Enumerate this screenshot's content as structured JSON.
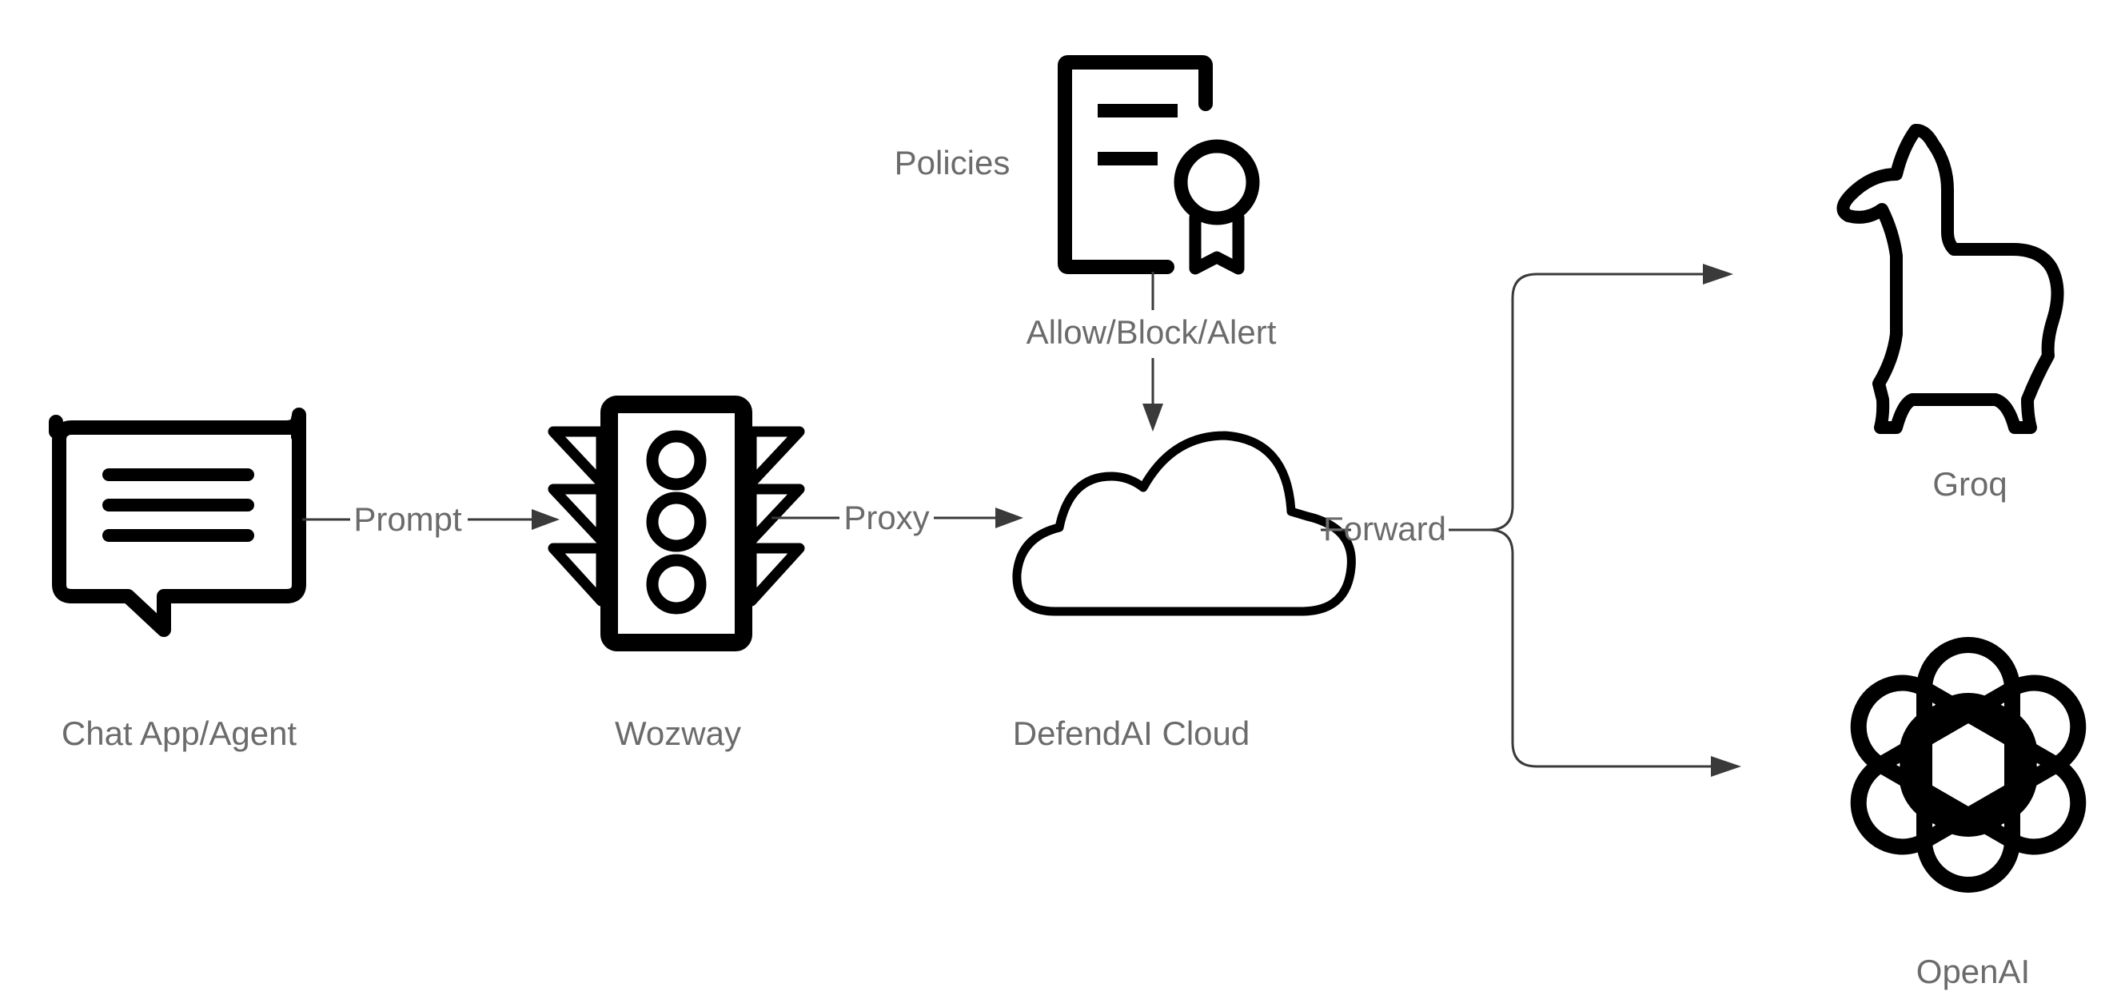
{
  "nodes": {
    "chat_app": {
      "label": "Chat App/Agent",
      "icon": "chat-bubble-icon"
    },
    "wozway": {
      "label": "Wozway",
      "icon": "traffic-light-icon"
    },
    "policies": {
      "label": "Policies",
      "icon": "certificate-icon"
    },
    "defendai_cloud": {
      "label": "DefendAI Cloud",
      "icon": "cloud-icon"
    },
    "groq": {
      "label": "Groq",
      "icon": "llama-icon"
    },
    "openai": {
      "label": "OpenAI",
      "icon": "openai-logo-icon"
    }
  },
  "edges": {
    "prompt": {
      "label": "Prompt",
      "from": "Chat App/Agent",
      "to": "Wozway"
    },
    "proxy": {
      "label": "Proxy",
      "from": "Wozway",
      "to": "DefendAI Cloud"
    },
    "policy_decision": {
      "label": "Allow/Block/Alert",
      "from": "Policies",
      "to": "DefendAI Cloud"
    },
    "forward": {
      "label": "Forward",
      "from": "DefendAI Cloud",
      "to": [
        "Groq",
        "OpenAI"
      ]
    }
  },
  "colors": {
    "icon": "#000000",
    "connector": "#3a3a3a",
    "label_text": "#6b6b6b",
    "background": "#ffffff"
  }
}
